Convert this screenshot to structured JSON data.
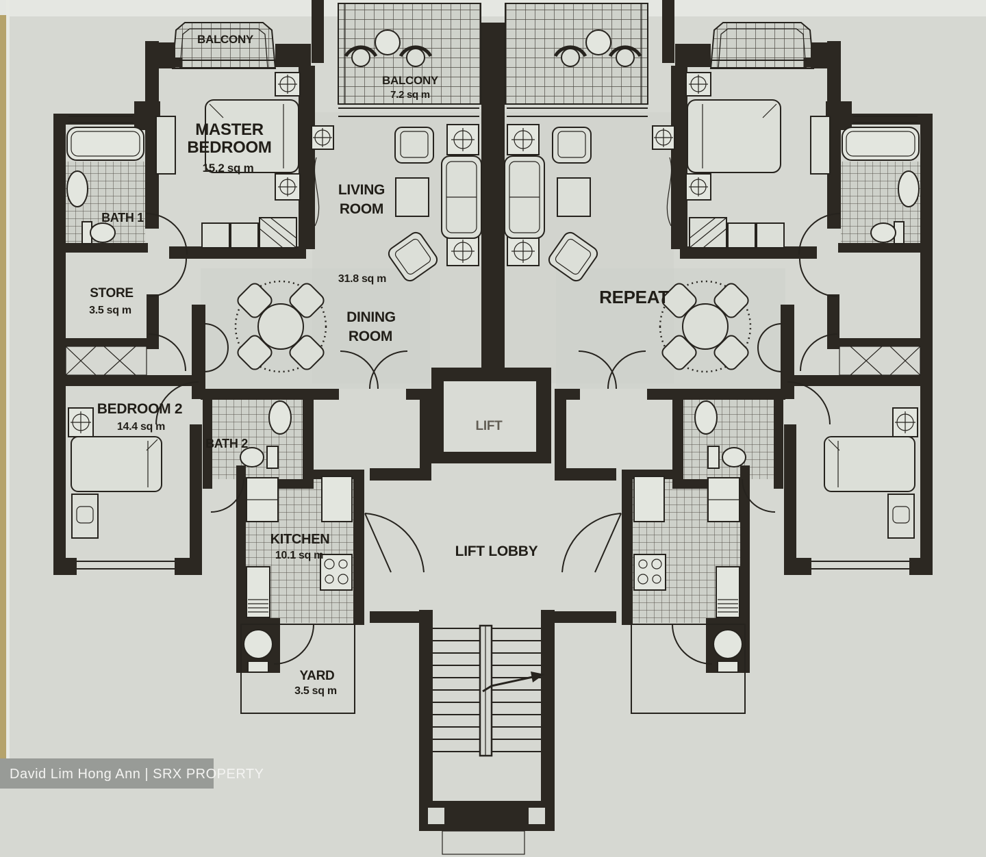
{
  "document": {
    "type": "floor-plan",
    "source_watermark": "David Lim Hong Ann | SRX PROPERTY",
    "paper_color": "#d6d8d2",
    "wall_color": "#2c2822",
    "edge_strip_color": "#b5a36b"
  },
  "rooms": {
    "balcony_master": {
      "name": "BALCONY"
    },
    "master_bedroom": {
      "name_line1": "MASTER",
      "name_line2": "BEDROOM",
      "area": "15.2 sq m"
    },
    "bath1": {
      "name": "BATH 1"
    },
    "store": {
      "name": "STORE",
      "area": "3.5 sq m"
    },
    "bedroom2": {
      "name": "BEDROOM 2",
      "area": "14.4 sq m"
    },
    "bath2": {
      "name": "BATH 2"
    },
    "kitchen": {
      "name": "KITCHEN",
      "area": "10.1 sq m"
    },
    "yard": {
      "name": "YARD",
      "area": "3.5 sq m"
    },
    "living_room": {
      "name_line1": "LIVING",
      "name_line2": "ROOM",
      "area": "31.8 sq m"
    },
    "dining_room": {
      "name_line1": "DINING",
      "name_line2": "ROOM"
    },
    "balcony_living": {
      "name": "BALCONY",
      "area": "7.2 sq m"
    },
    "lift": {
      "name": "LIFT"
    },
    "lift_lobby": {
      "name": "LIFT LOBBY"
    },
    "repeat_unit": {
      "name": "REPEAT"
    }
  },
  "watermark": {
    "text": "David Lim Hong Ann | SRX PROPERTY"
  }
}
